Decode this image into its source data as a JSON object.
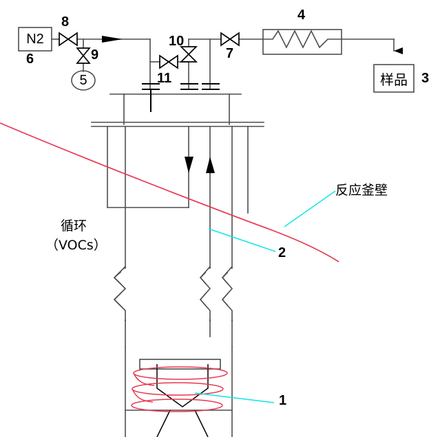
{
  "diagram": {
    "title_present": false,
    "type": "process-flow-schematic",
    "colors": {
      "line": "#4d4d4d",
      "line_dark": "#000000",
      "reactor_wall_curve": "#e8364f",
      "heating_coil": "#e8364f",
      "leader_line": "#19e5e5",
      "text": "#000000",
      "background": "#ffffff"
    },
    "components": {
      "gas_source": {
        "label": "N2",
        "tag": "6"
      },
      "gauge": {
        "label": "5",
        "shape": "ellipse"
      },
      "valve_8": {
        "tag": "8",
        "type": "bowtie-valve",
        "orientation": "horizontal"
      },
      "valve_9": {
        "tag": "9",
        "type": "bowtie-valve",
        "orientation": "vertical"
      },
      "valve_10": {
        "tag": "10",
        "type": "bowtie-valve",
        "orientation": "vertical"
      },
      "valve_11": {
        "tag": "11",
        "type": "bowtie-valve",
        "orientation": "horizontal"
      },
      "valve_7": {
        "tag": "7",
        "type": "bowtie-valve",
        "orientation": "horizontal"
      },
      "heat_exchanger": {
        "tag": "4",
        "type": "coil-in-box"
      },
      "sample_box": {
        "label": "样品",
        "tag": "3"
      },
      "reactor_wall": {
        "tag": "",
        "callout": "反应釜壁"
      },
      "dip_tube": {
        "tag": "2"
      },
      "heating_coil_item": {
        "tag": "1"
      },
      "recycle_stream": {
        "line1": "循环",
        "line2": "（VOCs）"
      }
    },
    "callouts": [
      {
        "name": "reactor-wall-callout",
        "text": "反应釜壁"
      },
      {
        "name": "recycle-line1",
        "text": "循环"
      },
      {
        "name": "recycle-line2",
        "text": "（VOCs）"
      }
    ],
    "tags": {
      "t1": "1",
      "t2": "2",
      "t3": "3",
      "t4": "4",
      "t5": "5",
      "t6": "6",
      "t7": "7",
      "t8": "8",
      "t9": "9",
      "t10": "10",
      "t11": "11"
    },
    "texts": {
      "n2": "N2",
      "sample": "样品",
      "reactor_wall": "反应釜壁",
      "recycle_top": "循环",
      "recycle_bottom": "（VOCs）"
    }
  }
}
